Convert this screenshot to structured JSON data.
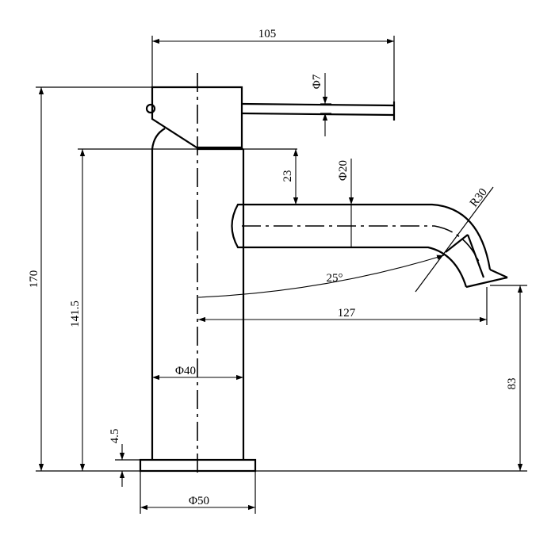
{
  "dimensions": {
    "handle_length": "105",
    "handle_diameter": "Φ7",
    "total_height": "170",
    "body_height": "141.5",
    "spout_offset": "23",
    "spout_diameter": "Φ20",
    "spout_radius": "R30",
    "spout_angle": "25°",
    "spout_reach": "127",
    "body_diameter": "Φ40",
    "spout_height": "83",
    "base_thickness": "4.5",
    "base_diameter": "Φ50"
  }
}
